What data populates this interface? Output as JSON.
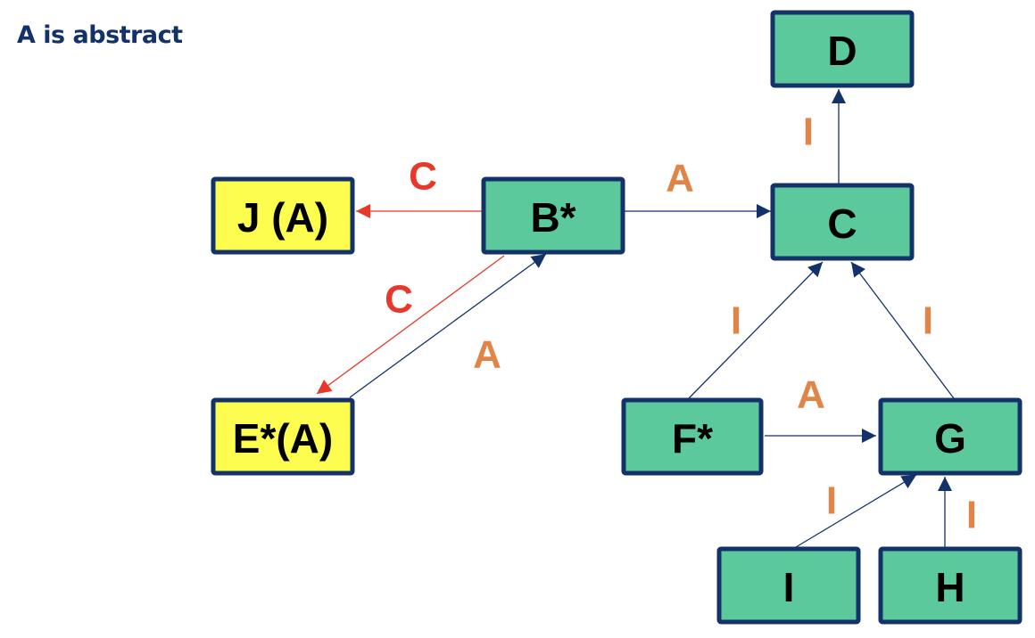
{
  "title": "A is abstract",
  "colors": {
    "title": "#14326a",
    "concrete_fill": "#5bc99b",
    "abstract_fill": "#fdfd50",
    "border": "#14326a",
    "edge_blue": "#14326a",
    "edge_red": "#e8382a",
    "label_orange": "#e08547",
    "label_red": "#e8382a"
  },
  "nodes": [
    {
      "id": "D",
      "label": "D",
      "kind": "concrete"
    },
    {
      "id": "C",
      "label": "C",
      "kind": "concrete"
    },
    {
      "id": "J",
      "label": "J (A)",
      "kind": "abstract"
    },
    {
      "id": "B",
      "label": "B*",
      "kind": "concrete"
    },
    {
      "id": "E",
      "label": "E*(A)",
      "kind": "abstract"
    },
    {
      "id": "F",
      "label": "F*",
      "kind": "concrete"
    },
    {
      "id": "G",
      "label": "G",
      "kind": "concrete"
    },
    {
      "id": "I",
      "label": "I",
      "kind": "concrete"
    },
    {
      "id": "H",
      "label": "H",
      "kind": "concrete"
    }
  ],
  "edges": [
    {
      "from": "B",
      "to": "J",
      "label": "C",
      "color": "red"
    },
    {
      "from": "B",
      "to": "C",
      "label": "A",
      "color": "blue"
    },
    {
      "from": "C",
      "to": "D",
      "label": "I",
      "color": "blue"
    },
    {
      "from": "B",
      "to": "E",
      "label": "C",
      "color": "red"
    },
    {
      "from": "E",
      "to": "B",
      "label": "A",
      "color": "blue"
    },
    {
      "from": "F",
      "to": "C",
      "label": "I",
      "color": "blue"
    },
    {
      "from": "G",
      "to": "C",
      "label": "I",
      "color": "blue"
    },
    {
      "from": "F",
      "to": "G",
      "label": "A",
      "color": "blue"
    },
    {
      "from": "I",
      "to": "G",
      "label": "I",
      "color": "blue"
    },
    {
      "from": "H",
      "to": "G",
      "label": "I",
      "color": "blue"
    }
  ]
}
